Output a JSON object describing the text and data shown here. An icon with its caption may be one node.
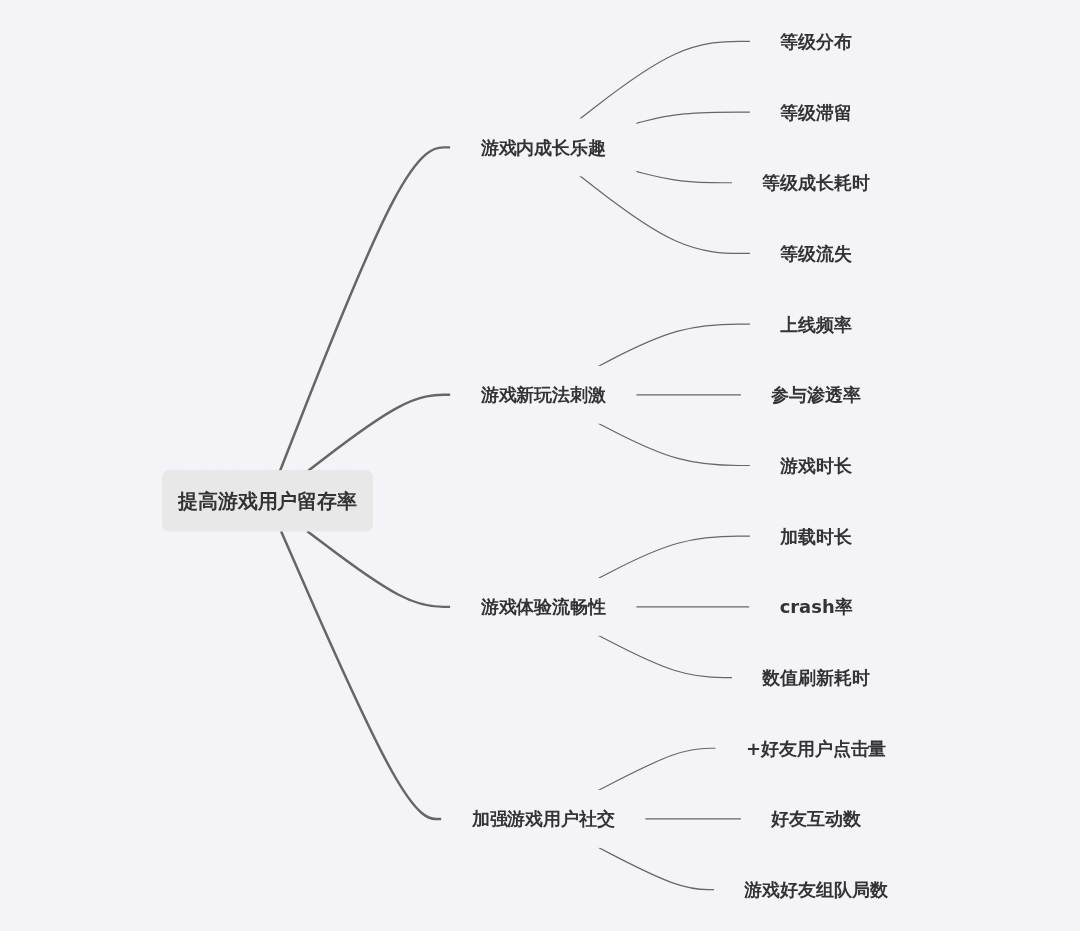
{
  "diagram": {
    "nodes": [
      {
        "text": [
          "提高游戏用户留存率"
        ]
      },
      {
        "text": [
          "游戏内成长乐趣"
        ]
      },
      {
        "text": [
          "等级分布"
        ]
      },
      {
        "text": [
          "等级滞留"
        ]
      },
      {
        "text": [
          "等级成长耗时"
        ]
      },
      {
        "text": [
          "等级流失"
        ]
      },
      {
        "text": [
          "游戏新玩法刺激"
        ]
      },
      {
        "text": [
          "上线频率"
        ]
      },
      {
        "text": [
          "参与渗透率"
        ]
      },
      {
        "text": [
          "游戏时长"
        ]
      },
      {
        "text": [
          "游戏体验流畅性"
        ]
      },
      {
        "text": [
          "加载时长"
        ]
      },
      {
        "text": [
          "crash率"
        ]
      },
      {
        "text": [
          "数值刷新耗时"
        ]
      },
      {
        "text": [
          "加强游戏用户社交"
        ]
      },
      {
        "text": [
          "+好友用户点击量"
        ]
      },
      {
        "text": [
          "好友互动数"
        ]
      },
      {
        "text": [
          "游戏好友组队局数"
        ]
      }
    ],
    "edges": [
      {
        "from": 0,
        "to": 1,
        "arrow": "none"
      },
      {
        "from": 1,
        "to": 2,
        "arrow": "none"
      },
      {
        "from": 1,
        "to": 3,
        "arrow": "none"
      },
      {
        "from": 1,
        "to": 4,
        "arrow": "none"
      },
      {
        "from": 1,
        "to": 5,
        "arrow": "none"
      },
      {
        "from": 0,
        "to": 6,
        "arrow": "none"
      },
      {
        "from": 6,
        "to": 7,
        "arrow": "none"
      },
      {
        "from": 6,
        "to": 8,
        "arrow": "none"
      },
      {
        "from": 6,
        "to": 9,
        "arrow": "none"
      },
      {
        "from": 0,
        "to": 10,
        "arrow": "none"
      },
      {
        "from": 10,
        "to": 11,
        "arrow": "none"
      },
      {
        "from": 10,
        "to": 12,
        "arrow": "none"
      },
      {
        "from": 10,
        "to": 13,
        "arrow": "none"
      },
      {
        "from": 0,
        "to": 14,
        "arrow": "none"
      },
      {
        "from": 14,
        "to": 15,
        "arrow": "none"
      },
      {
        "from": 14,
        "to": 16,
        "arrow": "none"
      },
      {
        "from": 14,
        "to": 17,
        "arrow": "none"
      }
    ]
  }
}
